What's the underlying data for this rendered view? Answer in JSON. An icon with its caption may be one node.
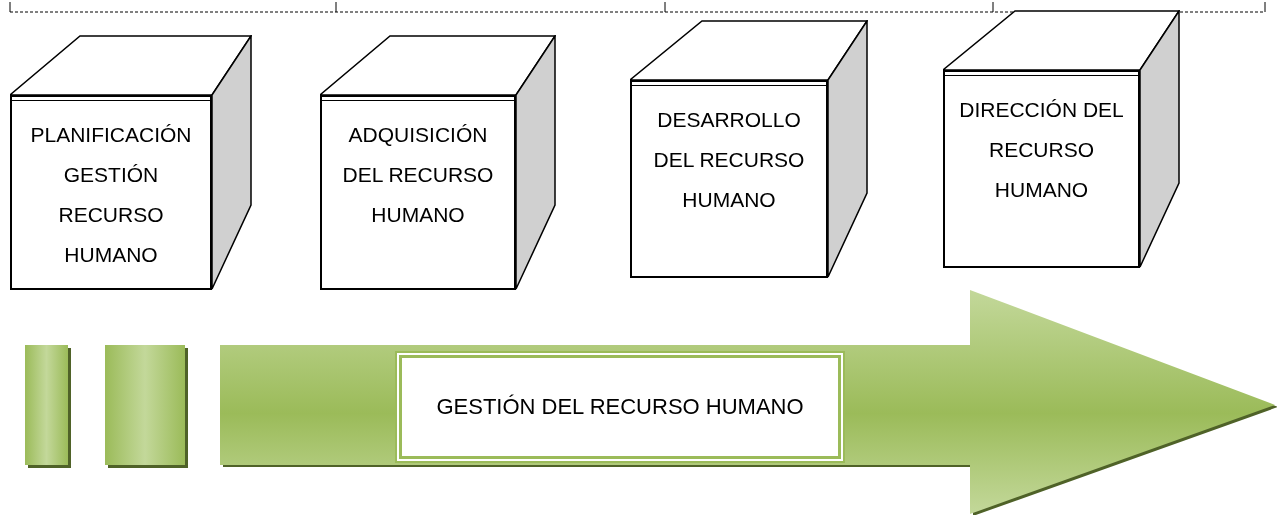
{
  "diagram": {
    "nodes": [
      {
        "text": [
          "PLANIFICACIÓN GESTIÓN RECURSO HUMANO"
        ]
      },
      {
        "text": [
          "ADQUISICIÓN DEL RECURSO HUMANO"
        ]
      },
      {
        "text": [
          "DESARROLLO DEL RECURSO HUMANO"
        ]
      },
      {
        "text": [
          "DIRECCIÓN DEL RECURSO HUMANO"
        ]
      },
      {
        "text": [],
        "shape": "bar"
      },
      {
        "text": [],
        "shape": "bar"
      },
      {
        "text": [
          "GESTIÓN DEL RECURSO HUMANO"
        ]
      }
    ],
    "edges": []
  }
}
